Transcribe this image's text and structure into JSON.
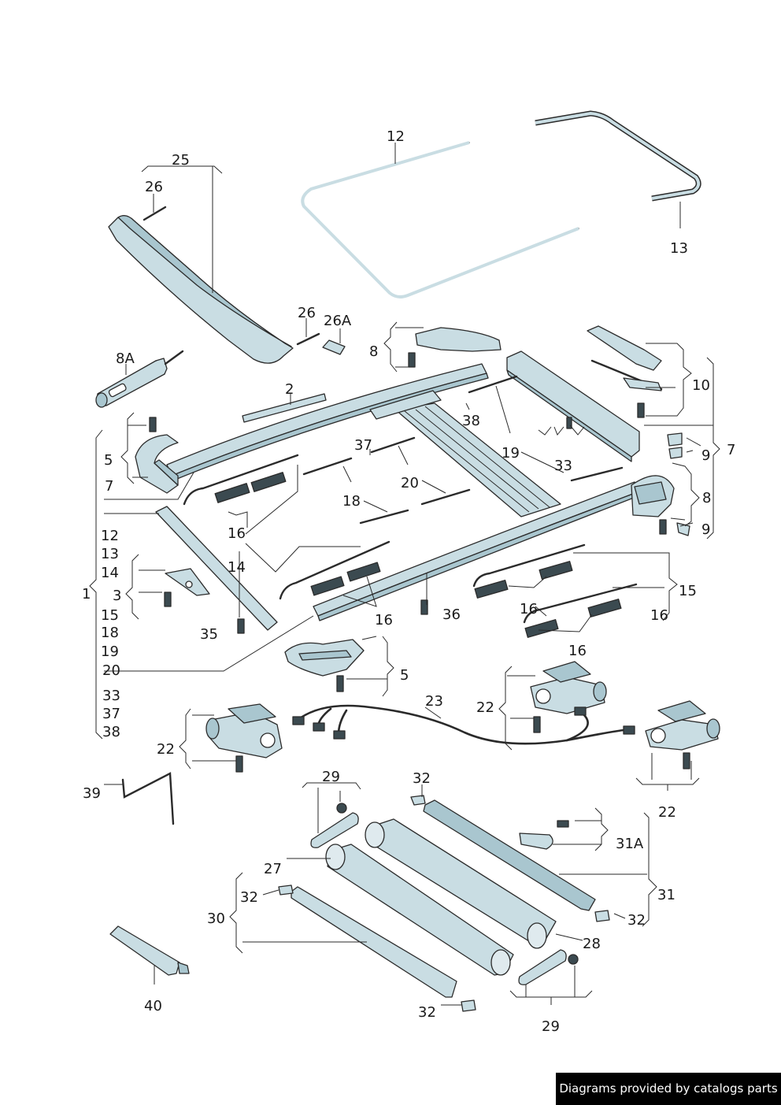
{
  "labels": {
    "l1": "1",
    "l2": "2",
    "l3": "3",
    "l5a": "5",
    "l5b": "5",
    "l7a": "7",
    "l7b": "7",
    "l8A": "8A",
    "l8a": "8",
    "l8b": "8",
    "l9a": "9",
    "l9b": "9",
    "l10": "10",
    "l12": "12",
    "l13": "13",
    "l14": "14",
    "l15": "15",
    "l16a": "16",
    "l16b": "16",
    "l16c": "16",
    "l16d": "16",
    "l16e": "16",
    "l18": "18",
    "l19": "19",
    "l20": "20",
    "l22a": "22",
    "l22b": "22",
    "l22c": "22",
    "l23": "23",
    "l25": "25",
    "l26a": "26",
    "l26b": "26",
    "l26A": "26A",
    "l27": "27",
    "l28": "28",
    "l29a": "29",
    "l29b": "29",
    "l30": "30",
    "l31": "31",
    "l31A": "31A",
    "l32a": "32",
    "l32b": "32",
    "l32c": "32",
    "l32d": "32",
    "l33": "33",
    "l35": "35",
    "l36": "36",
    "l37": "37",
    "l38": "38",
    "l39": "39",
    "l40": "40",
    "c12": "12",
    "c13": "13",
    "c14": "14",
    "c15": "15",
    "c18": "18",
    "c19": "19",
    "c20": "20",
    "c33": "33",
    "c37": "37",
    "c38": "38"
  },
  "colors": {
    "part_fill": "#c9dde3",
    "part_shade": "#a9c6cf",
    "outline": "#2b2b2b",
    "footer_bg": "#000000"
  },
  "footer": {
    "text": "Diagrams provided by catalogs parts"
  }
}
